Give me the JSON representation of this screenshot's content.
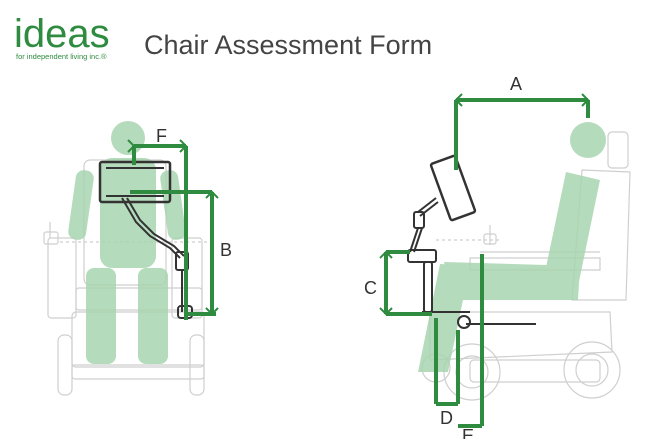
{
  "logo": {
    "text": "ideas",
    "tagline": "for independent living inc.®"
  },
  "title": "Chair Assessment Form",
  "colors": {
    "accent": "#2e8b3f",
    "ghost": "#a8d5b0",
    "line": "#cfcfcf",
    "arm": "#333333"
  },
  "dimensions": {
    "a": "A",
    "b": "B",
    "c": "C",
    "d": "D",
    "e": "E",
    "f": "F"
  }
}
